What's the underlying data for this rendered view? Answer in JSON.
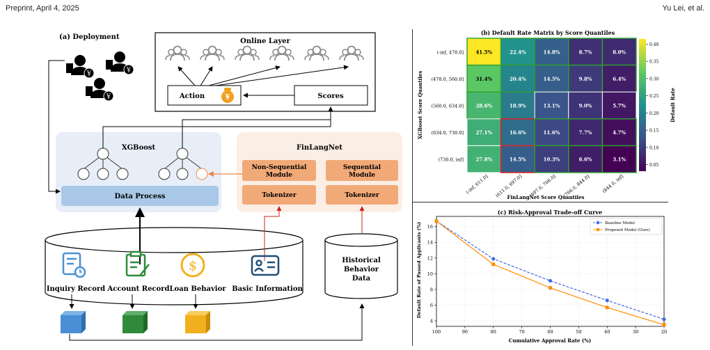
{
  "header": {
    "left": "Preprint, April 4, 2025",
    "right": "Yu Lei, et al."
  },
  "deployment": {
    "title": "(a) Deployment",
    "online_layer": "Online Layer",
    "action": "Action",
    "scores": "Scores",
    "xgboost": "XGBoost",
    "data_process": "Data Process",
    "finlangnet": "FinLangNet",
    "non_seq_1": "Non-Sequential",
    "non_seq_2": "Module",
    "seq_1": "Sequential",
    "seq_2": "Module",
    "tokenizer_1": "Tokenizer",
    "tokenizer_2": "Tokenizer",
    "sources": [
      "Inquiry Record",
      "Account Record",
      "Loan Behavior",
      "Basic Information"
    ],
    "historical": [
      "Historical",
      "Behavior",
      "Data"
    ],
    "colors": {
      "xgb_bg": "#e8eef8",
      "fin_bg": "#fbeee4",
      "module": "#f2a978",
      "data_process": "#a9c8e8",
      "arrow_orange": "#ee8844",
      "arrow_red": "#cc2222",
      "icon_blue": "#4a8fd4",
      "icon_green": "#2f8a3a",
      "icon_yellow": "#f2b01e",
      "icon_navy": "#1f4e79"
    }
  },
  "heatmap": {
    "title": "(b) Default Rate Matrix by Score Quantiles",
    "ylabel": "XGBoost Score Quantiles",
    "xlabel": "FinLangNet Score Quantiles",
    "row_labels": [
      "(-inf, 478.0]",
      "(478.0, 560.0]",
      "(560.0, 634.0]",
      "(634.0, 730.0]",
      "(730.0, inf]"
    ],
    "col_labels": [
      "(-inf, 611.0]",
      "(611.0, 697.0]",
      "(697.0, 766.0]",
      "(766.0, 844.0]",
      "(844.0, inf]"
    ],
    "values": [
      [
        41.5,
        22.4,
        14.8,
        8.7,
        8.0
      ],
      [
        31.4,
        20.4,
        14.5,
        9.8,
        6.4
      ],
      [
        28.6,
        18.9,
        13.1,
        9.0,
        5.7
      ],
      [
        27.1,
        16.6,
        11.6,
        7.7,
        4.7
      ],
      [
        27.8,
        14.5,
        10.3,
        6.6,
        3.1
      ]
    ],
    "green_border": [
      [
        0,
        0
      ],
      [
        0,
        1
      ],
      [
        0,
        2
      ],
      [
        0,
        3
      ],
      [
        0,
        4
      ],
      [
        1,
        0
      ],
      [
        1,
        1
      ],
      [
        1,
        2
      ],
      [
        1,
        3
      ],
      [
        1,
        4
      ],
      [
        2,
        0
      ],
      [
        2,
        1
      ],
      [
        3,
        2
      ],
      [
        3,
        3
      ],
      [
        3,
        4
      ],
      [
        4,
        2
      ],
      [
        4,
        3
      ],
      [
        4,
        4
      ]
    ],
    "red_border": [
      [
        3,
        1
      ],
      [
        4,
        1
      ]
    ],
    "colorbar_label": "Default Rate",
    "colorbar_ticks": [
      "0.05",
      "0.10",
      "0.15",
      "0.20",
      "0.25",
      "0.30",
      "0.35",
      "0.40"
    ]
  },
  "chart_data": {
    "type": "line",
    "title": "(c) Risk-Approval Trade-off Curve",
    "xlabel": "Cumulative Approval Rate (%)",
    "ylabel": "Default Rate of Passed Applicants (%)",
    "xlim": [
      100,
      20
    ],
    "ylim": [
      3.3,
      17.3
    ],
    "xticks": [
      "100",
      "90",
      "80",
      "70",
      "60",
      "50",
      "40",
      "30",
      "20"
    ],
    "yticks": [
      "4",
      "6",
      "8",
      "10",
      "12",
      "14",
      "16"
    ],
    "x": [
      100,
      80,
      60,
      40,
      20
    ],
    "series": [
      {
        "name": "Baseline Model",
        "values": [
          16.7,
          11.9,
          9.1,
          6.6,
          4.2
        ],
        "color": "#4169e1",
        "dash": true
      },
      {
        "name": "Proposed Model (Ours)",
        "values": [
          16.7,
          11.2,
          8.2,
          5.7,
          3.5
        ],
        "color": "#ff8c00",
        "dash": false
      }
    ],
    "grid": true,
    "legend": "top-right"
  }
}
